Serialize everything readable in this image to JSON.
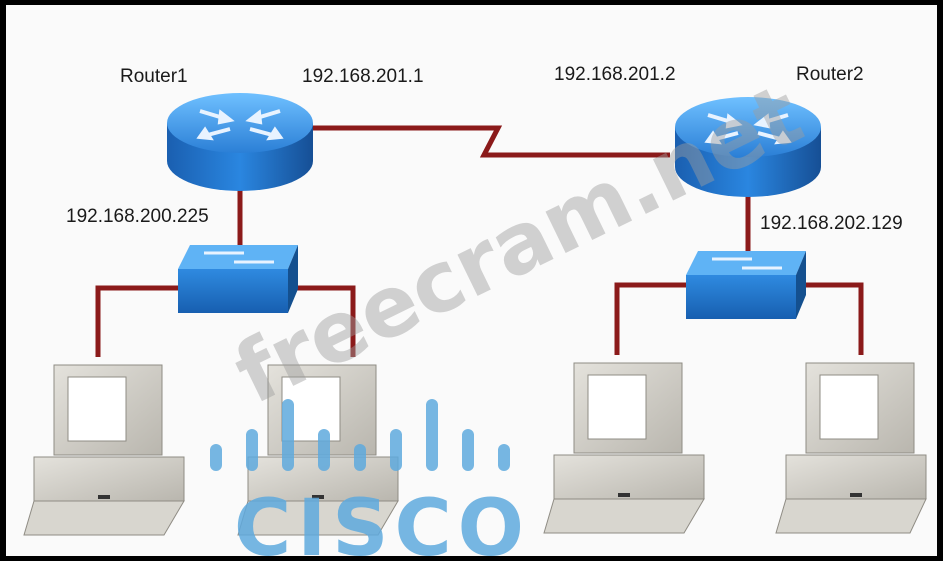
{
  "labels": {
    "router1_name": "Router1",
    "router2_name": "Router2",
    "router1_wan_ip": "192.168.201.1",
    "router2_wan_ip": "192.168.201.2",
    "router1_lan_ip": "192.168.200.225",
    "router2_lan_ip": "192.168.202.129"
  },
  "watermark": "freecram.net",
  "logo_text": "CISCO",
  "colors": {
    "link": "#8b1a1a",
    "device_blue": "#1f6fc4",
    "device_light": "#4aa3f0",
    "pc_gray": "#cfcdc6",
    "logo_blue": "#5ea9dd"
  },
  "icons": [
    "router-icon",
    "switch-icon",
    "pc-icon"
  ]
}
